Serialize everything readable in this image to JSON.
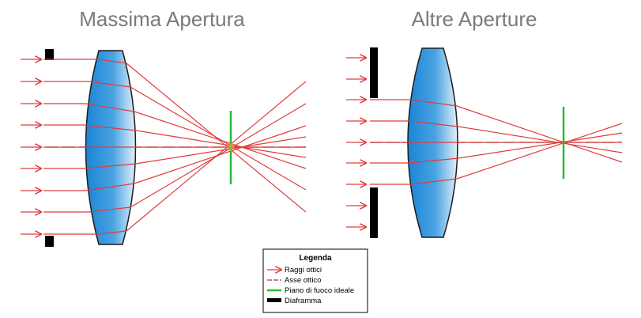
{
  "titles": {
    "left": "Massima Apertura",
    "right": "Altre Aperture"
  },
  "legend": {
    "title": "Legenda",
    "items": [
      {
        "label": "Raggi ottici",
        "kind": "arrow",
        "color": "#e03c3c"
      },
      {
        "label": "Asse ottico",
        "kind": "dashed",
        "color": "#b33a3a"
      },
      {
        "label": "Piano di fuoco ideale",
        "kind": "line",
        "color": "#2db83a"
      },
      {
        "label": "Diaframma",
        "kind": "thick",
        "color": "#000000"
      }
    ]
  },
  "colors": {
    "ray": "#e03c3c",
    "axis": "#222222",
    "focal_plane": "#2db83a",
    "diaphragm": "#000000",
    "lens_dark": "#1e88d6",
    "lens_light": "#dcecf9",
    "title": "#7a7a7a"
  }
}
